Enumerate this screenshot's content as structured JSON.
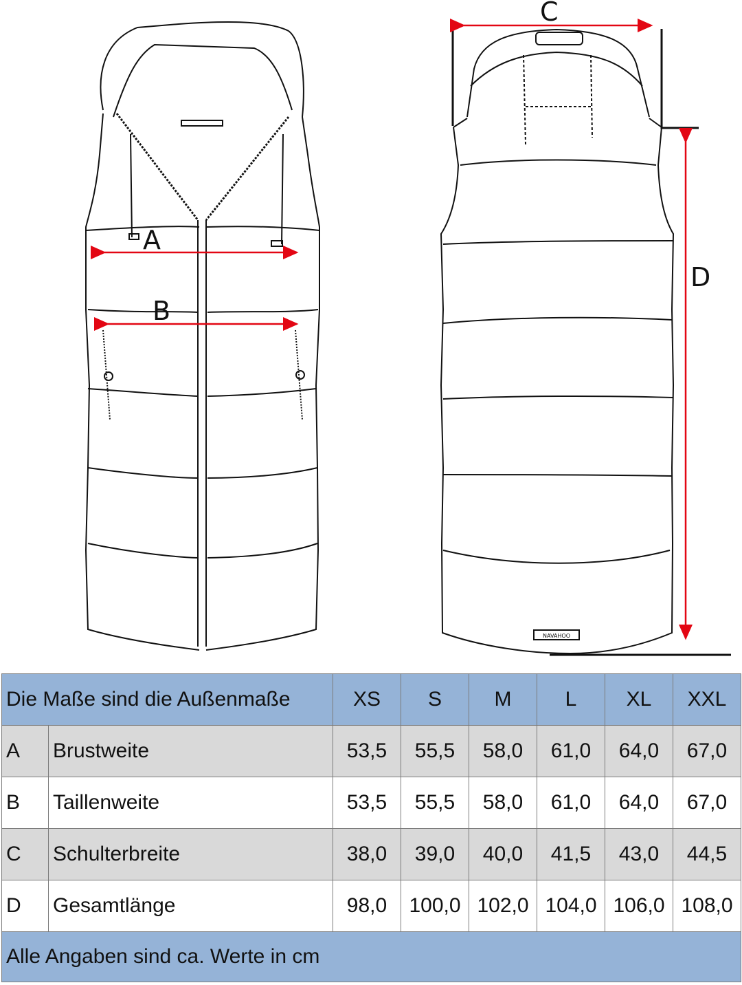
{
  "diagram": {
    "front_view": {
      "labels": {
        "A": "A",
        "B": "B"
      }
    },
    "back_view": {
      "labels": {
        "C": "C",
        "D": "D"
      },
      "brand_tag": "NAVAHOO"
    },
    "arrow_color": "#e30613"
  },
  "table": {
    "header_title": "Die Maße sind die Außenmaße",
    "sizes": [
      "XS",
      "S",
      "M",
      "L",
      "XL",
      "XXL"
    ],
    "rows": [
      {
        "key": "A",
        "name": "Brustweite",
        "values": [
          "53,5",
          "55,5",
          "58,0",
          "61,0",
          "64,0",
          "67,0"
        ]
      },
      {
        "key": "B",
        "name": "Taillenweite",
        "values": [
          "53,5",
          "55,5",
          "58,0",
          "61,0",
          "64,0",
          "67,0"
        ]
      },
      {
        "key": "C",
        "name": "Schulterbreite",
        "values": [
          "38,0",
          "39,0",
          "40,0",
          "41,5",
          "43,0",
          "44,5"
        ]
      },
      {
        "key": "D",
        "name": "Gesamtlänge",
        "values": [
          "98,0",
          "100,0",
          "102,0",
          "104,0",
          "106,0",
          "108,0"
        ]
      }
    ],
    "footer_note": "Alle Angaben sind ca. Werte in cm",
    "colors": {
      "header_bg": "#95b3d7",
      "grey_row": "#d9d9d9",
      "white_row": "#ffffff"
    }
  }
}
